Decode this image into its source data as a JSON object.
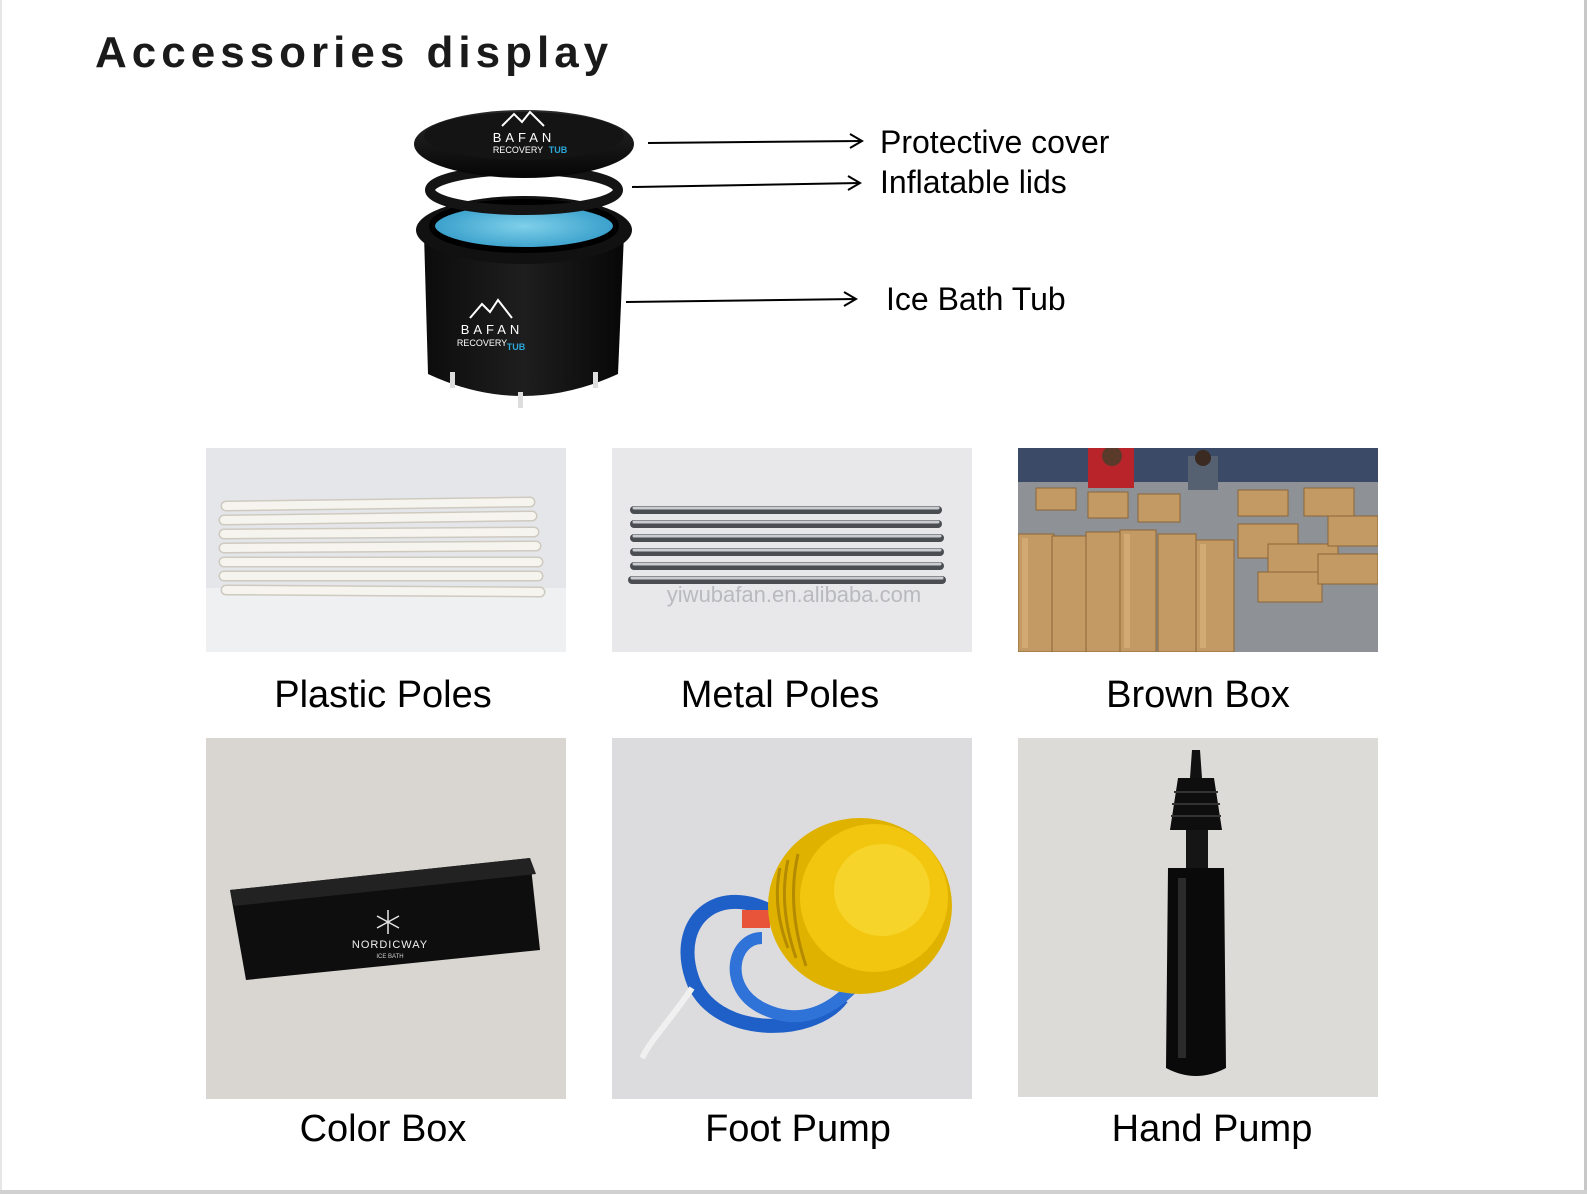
{
  "page": {
    "title": "Accessories display"
  },
  "tub": {
    "brand": "BAFAN",
    "subtitle_main": "RECOVERY",
    "subtitle_accent": "TUB",
    "accent_color": "#2aa6d8"
  },
  "callouts": [
    {
      "label": "Protective cover"
    },
    {
      "label": "Inflatable lids"
    },
    {
      "label": "Ice Bath Tub"
    }
  ],
  "accessories": [
    {
      "label": "Plastic Poles"
    },
    {
      "label": "Metal Poles",
      "watermark": "yiwubafan.en.alibaba.com"
    },
    {
      "label": "Brown Box"
    },
    {
      "label": "Color Box",
      "box_brand": "NORDICWAY",
      "box_sub": "ICE BATH"
    },
    {
      "label": "Foot Pump"
    },
    {
      "label": "Hand Pump"
    }
  ],
  "icons": [
    "tub-icon",
    "arrow-right-icon",
    "snowflake-icon",
    "mountain-logo-icon"
  ]
}
